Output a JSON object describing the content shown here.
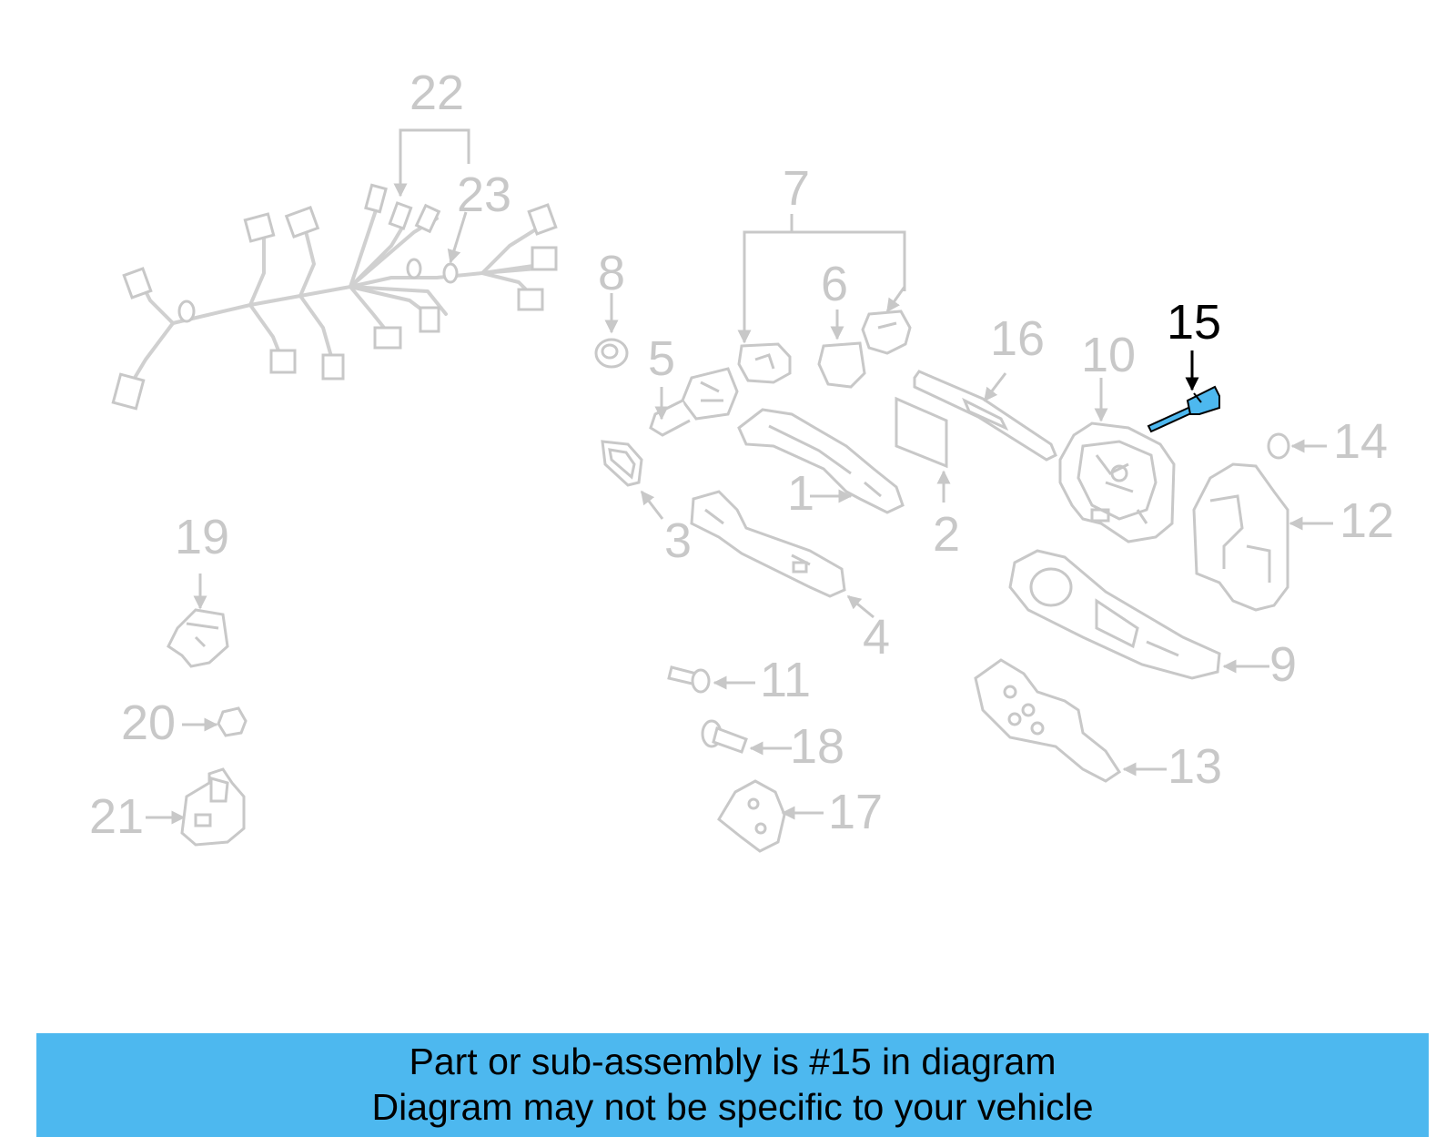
{
  "colors": {
    "part_gray": "#cccccc",
    "highlight_part": "#4db8ef",
    "highlight_callout": "#000000",
    "banner_bg": "#4db8ef",
    "banner_text": "#000000"
  },
  "callouts": [
    "1",
    "2",
    "3",
    "4",
    "5",
    "6",
    "7",
    "8",
    "9",
    "10",
    "11",
    "12",
    "13",
    "14",
    "15",
    "16",
    "17",
    "18",
    "19",
    "20",
    "21",
    "22",
    "23"
  ],
  "highlighted_callout": "15",
  "banner": {
    "line1": "Part or sub-assembly is #15 in diagram",
    "line2": "Diagram may not be specific to your vehicle"
  }
}
